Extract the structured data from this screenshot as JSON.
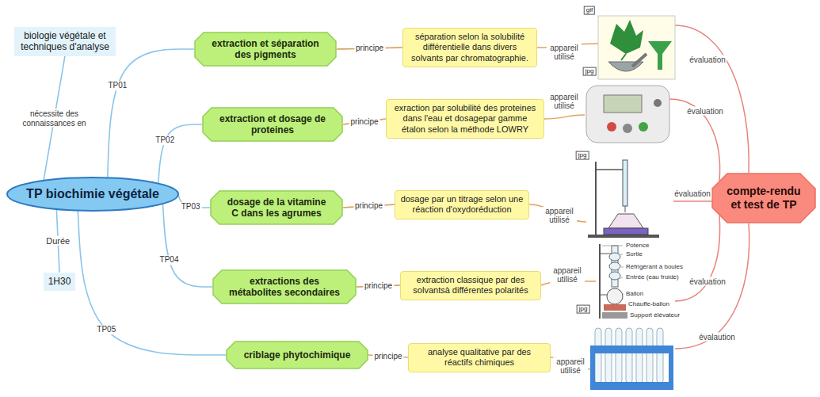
{
  "diagram": {
    "nodes": [
      {
        "text": [
          "TP biochimie végétale"
        ]
      },
      {
        "text": [
          "biologie végétale et techniques d'analyse"
        ]
      },
      {
        "text": [
          "1H30"
        ]
      },
      {
        "text": [
          "extraction et séparation des pigments"
        ]
      },
      {
        "text": [
          "séparation selon la solubilité différentielle dans divers solvants par chromatographie."
        ]
      },
      {
        "text": [
          "extraction et dosage de proteines"
        ]
      },
      {
        "text": [
          "exraction par solubilité des proteines dans l'eau et dosagepar gamme étalon selon la méthode LOWRY"
        ]
      },
      {
        "text": [
          "dosage de la vitamine C dans les agrumes"
        ]
      },
      {
        "text": [
          "dosage par un titrage selon une réaction d'oxydoréduction"
        ]
      },
      {
        "text": [
          "extractions des métabolites secondaires"
        ]
      },
      {
        "text": [
          "extraction classique par des solvantsà différentes polarités"
        ]
      },
      {
        "text": [
          "criblage phytochimique"
        ]
      },
      {
        "text": [
          "analyse qualitative par des réactifs chimiques"
        ]
      },
      {
        "text": [
          "compte-rendu et test de TP"
        ]
      }
    ],
    "edges": [
      {
        "from": 0,
        "to": 1,
        "label": "nécessite des connaissances en",
        "arrow": "none"
      },
      {
        "from": 0,
        "to": 2,
        "label": "Durée",
        "arrow": "none"
      },
      {
        "from": 0,
        "to": 3,
        "label": "TP01",
        "arrow": "none"
      },
      {
        "from": 0,
        "to": 5,
        "label": "TP02",
        "arrow": "none"
      },
      {
        "from": 0,
        "to": 7,
        "label": "TP03",
        "arrow": "none"
      },
      {
        "from": 0,
        "to": 9,
        "label": "TP04",
        "arrow": "none"
      },
      {
        "from": 0,
        "to": 11,
        "label": "TP05",
        "arrow": "none"
      },
      {
        "from": 3,
        "to": 4,
        "label": "principe",
        "arrow": "none"
      },
      {
        "from": 5,
        "to": 6,
        "label": "principe",
        "arrow": "none"
      },
      {
        "from": 7,
        "to": 8,
        "label": "principe",
        "arrow": "none"
      },
      {
        "from": 9,
        "to": 10,
        "label": "principe",
        "arrow": "none"
      },
      {
        "from": 11,
        "to": 12,
        "label": "principe",
        "arrow": "none"
      }
    ],
    "labels": [
      "appareil utilisé",
      "appareil utilisé",
      "appareil utilisé",
      "appareil utilisé",
      "appareil utilisé",
      "évaluation",
      "évaluation",
      "évaluation",
      "évaluation",
      "évalaution",
      "gif",
      "jpg",
      "jpg",
      "jpg",
      "Potence",
      "Sortie",
      "Réfrigérant à boules",
      "Entrée (eau froide)",
      "Ballon",
      "Chauffe-ballon",
      "Support élévateur"
    ]
  }
}
